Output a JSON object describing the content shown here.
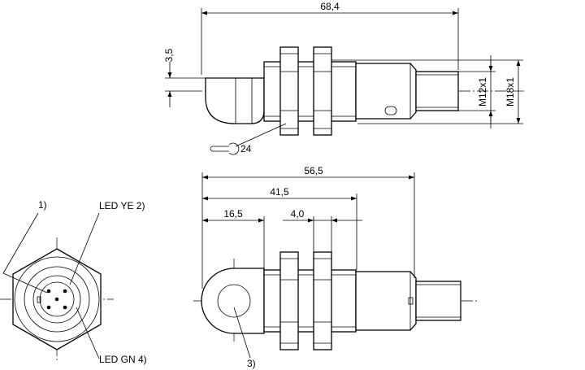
{
  "dimensions": {
    "total_length_top": "68,4",
    "lens_offset": "3,5",
    "connector_thread": "M12x1",
    "body_thread": "M18x1",
    "wrench_size": "24",
    "total_length_bottom": "56,5",
    "length_to_body_end": "41,5",
    "lens_head_length": "16,5",
    "nut_thickness": "4,0"
  },
  "callouts": {
    "note_1": "1)",
    "led_yellow": "LED YE 2)",
    "led_green": "LED GN 4)",
    "note_3": "3)"
  },
  "icons": {
    "wrench": "open-end-wrench-icon"
  }
}
